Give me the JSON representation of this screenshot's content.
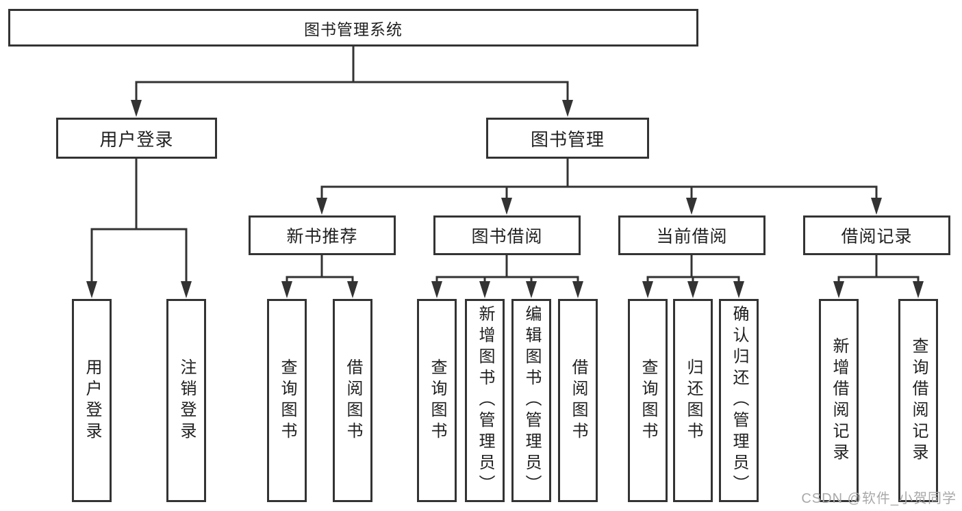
{
  "diagram": {
    "root": "图书管理系统",
    "level2": {
      "user_login": "用户登录",
      "book_management": "图书管理"
    },
    "level3": {
      "new_book": "新书推荐",
      "book_borrow": "图书借阅",
      "current_borrow": "当前借阅",
      "borrow_records": "借阅记录"
    },
    "leaves": {
      "user_login": [
        "用户登录",
        "注销登录"
      ],
      "new_book": [
        "查询图书",
        "借阅图书"
      ],
      "book_borrow": [
        "查询图书",
        "新增图书（管理员）",
        "编辑图书（管理员）",
        "借阅图书"
      ],
      "current_borrow": [
        "查询图书",
        "归还图书",
        "确认归还（管理员）"
      ],
      "borrow_records": [
        "新增借阅记录",
        "查询借阅记录"
      ]
    }
  },
  "watermark": "CSDN @软件_小贺同学",
  "colors": {
    "line": "#333333",
    "box_border": "#333333",
    "box_fill": "#ffffff",
    "text": "#1f1f1f",
    "watermark": "#a9a9a9",
    "background": "#ffffff"
  }
}
